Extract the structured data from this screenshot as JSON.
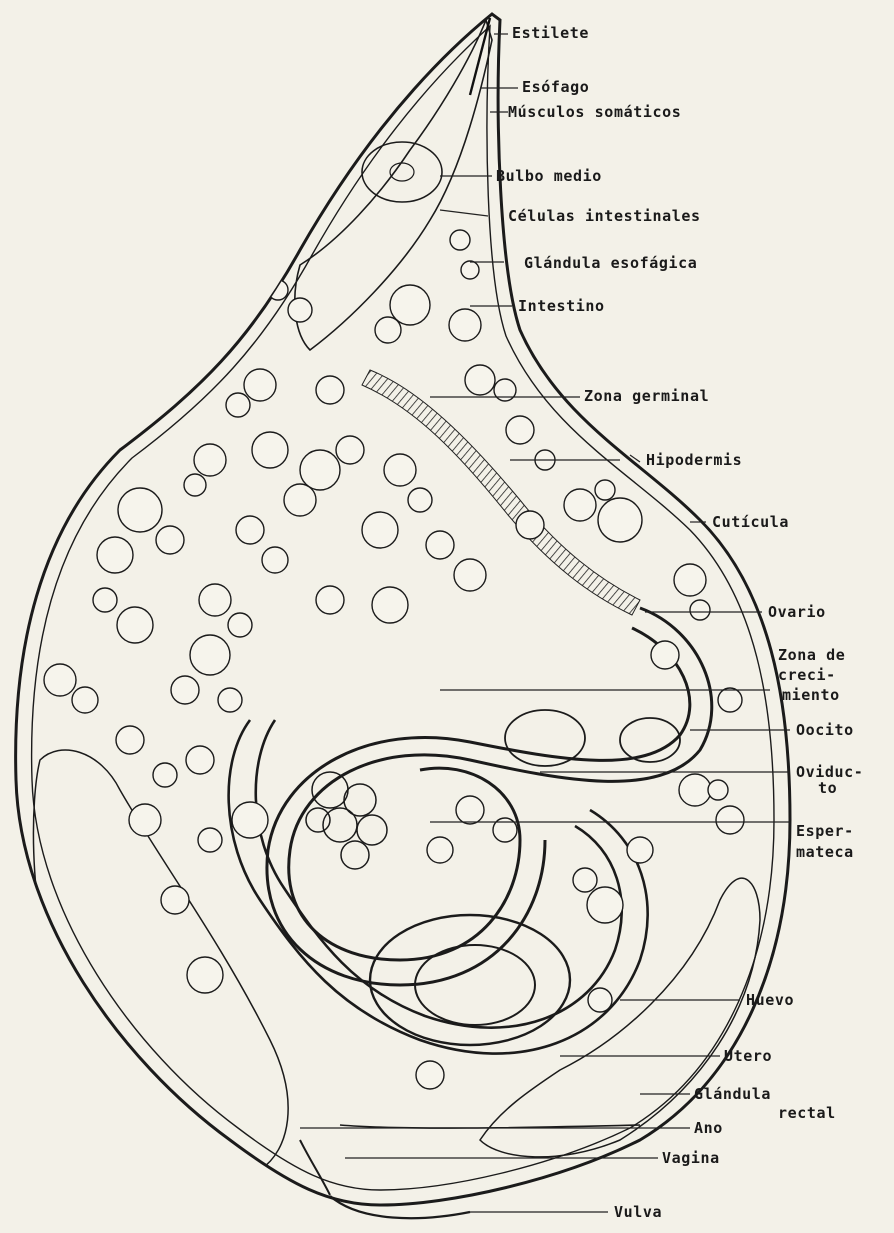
{
  "labels": {
    "estilete": "Estilete",
    "esofago": "Esófago",
    "musculos_somaticos": "Músculos somáticos",
    "bulbo_medio": "Bulbo medio",
    "celulas_intestinales": "Células intestinales",
    "glandula_esofagica": "Glándula esofágica",
    "intestino": "Intestino",
    "zona_germinal": "Zona germinal",
    "hipodermis": "Hipodermis",
    "cuticula": "Cutícula",
    "ovario": "Ovario",
    "zona_crecimiento_1": "Zona de",
    "zona_crecimiento_2": "creci-",
    "zona_crecimiento_3": "miento",
    "oocito": "Oocito",
    "oviducto_1": "Oviduc-",
    "oviducto_2": "to",
    "espermateca_1": "Esper-",
    "espermateca_2": "mateca",
    "huevo": "Huevo",
    "utero": "Utero",
    "glandula_rectal_1": "Glándula",
    "glandula_rectal_2": "rectal",
    "ano": "Ano",
    "vagina": "Vagina",
    "vulva": "Vulva"
  },
  "colors": {
    "paper": "#f3f1e8",
    "ink": "#1b1b1b"
  }
}
